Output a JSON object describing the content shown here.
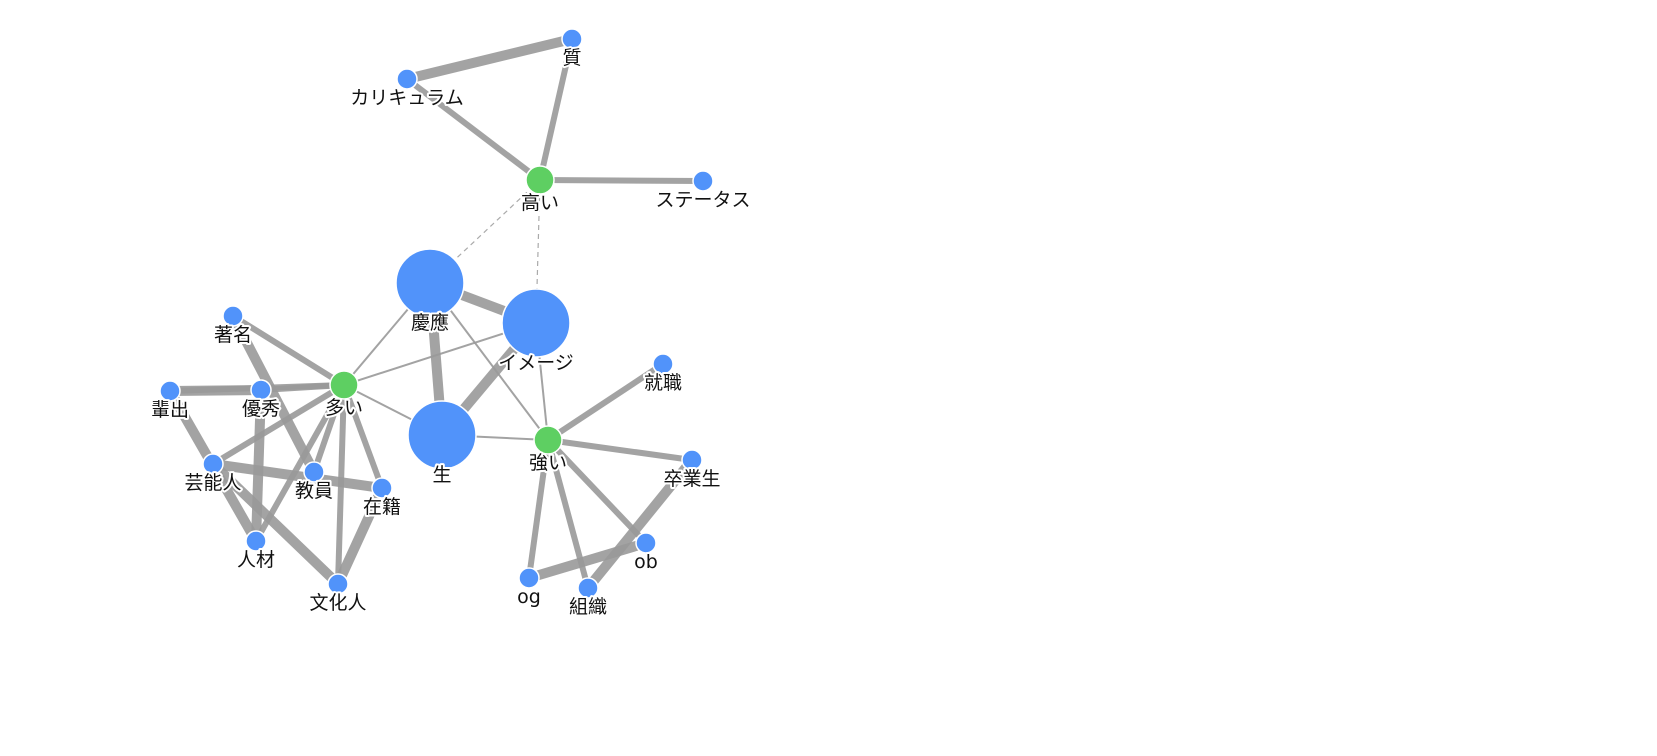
{
  "colors": {
    "word": "#5193fa",
    "hub": "#5ecf62",
    "edge": "#999999"
  },
  "nodes": [
    {
      "id": "shitsu",
      "label": "質",
      "type": "word",
      "size": "small"
    },
    {
      "id": "curriculum",
      "label": "カリキュラム",
      "type": "word",
      "size": "small"
    },
    {
      "id": "takai",
      "label": "高い",
      "type": "hub",
      "size": "small"
    },
    {
      "id": "status",
      "label": "ステータス",
      "type": "word",
      "size": "small"
    },
    {
      "id": "keio",
      "label": "慶應",
      "type": "word",
      "size": "large"
    },
    {
      "id": "image",
      "label": "イメージ",
      "type": "word",
      "size": "large"
    },
    {
      "id": "sei",
      "label": "生",
      "type": "word",
      "size": "large"
    },
    {
      "id": "ooi",
      "label": "多い",
      "type": "hub",
      "size": "small"
    },
    {
      "id": "tsuyoi",
      "label": "強い",
      "type": "hub",
      "size": "small"
    },
    {
      "id": "chomei",
      "label": "著名",
      "type": "word",
      "size": "small"
    },
    {
      "id": "haishutsu",
      "label": "輩出",
      "type": "word",
      "size": "small"
    },
    {
      "id": "yushu",
      "label": "優秀",
      "type": "word",
      "size": "small"
    },
    {
      "id": "geinojin",
      "label": "芸能人",
      "type": "word",
      "size": "small"
    },
    {
      "id": "kyoin",
      "label": "教員",
      "type": "word",
      "size": "small"
    },
    {
      "id": "zaiseki",
      "label": "在籍",
      "type": "word",
      "size": "small"
    },
    {
      "id": "jinzai",
      "label": "人材",
      "type": "word",
      "size": "small"
    },
    {
      "id": "bunkajin",
      "label": "文化人",
      "type": "word",
      "size": "small"
    },
    {
      "id": "shushoku",
      "label": "就職",
      "type": "word",
      "size": "small"
    },
    {
      "id": "sotsugyosei",
      "label": "卒業生",
      "type": "word",
      "size": "small"
    },
    {
      "id": "ob",
      "label": "ob",
      "type": "word",
      "size": "small"
    },
    {
      "id": "og",
      "label": "og",
      "type": "word",
      "size": "small"
    },
    {
      "id": "soshiki",
      "label": "組織",
      "type": "word",
      "size": "small"
    }
  ],
  "edges": [
    {
      "s": "curriculum",
      "t": "shitsu",
      "w": 3
    },
    {
      "s": "shitsu",
      "t": "takai",
      "w": 2
    },
    {
      "s": "curriculum",
      "t": "takai",
      "w": 2
    },
    {
      "s": "takai",
      "t": "status",
      "w": 2
    },
    {
      "s": "takai",
      "t": "keio",
      "w": 0,
      "dashed": true
    },
    {
      "s": "takai",
      "t": "image",
      "w": 0,
      "dashed": true
    },
    {
      "s": "keio",
      "t": "image",
      "w": 3
    },
    {
      "s": "keio",
      "t": "sei",
      "w": 3
    },
    {
      "s": "image",
      "t": "sei",
      "w": 3
    },
    {
      "s": "keio",
      "t": "ooi",
      "w": 1
    },
    {
      "s": "image",
      "t": "ooi",
      "w": 1
    },
    {
      "s": "sei",
      "t": "ooi",
      "w": 1
    },
    {
      "s": "keio",
      "t": "tsuyoi",
      "w": 1
    },
    {
      "s": "image",
      "t": "tsuyoi",
      "w": 1
    },
    {
      "s": "sei",
      "t": "tsuyoi",
      "w": 1
    },
    {
      "s": "tsuyoi",
      "t": "shushoku",
      "w": 2
    },
    {
      "s": "tsuyoi",
      "t": "sotsugyosei",
      "w": 2
    },
    {
      "s": "tsuyoi",
      "t": "og",
      "w": 2
    },
    {
      "s": "tsuyoi",
      "t": "soshiki",
      "w": 2
    },
    {
      "s": "tsuyoi",
      "t": "ob",
      "w": 2
    },
    {
      "s": "og",
      "t": "ob",
      "w": 3
    },
    {
      "s": "soshiki",
      "t": "sotsugyosei",
      "w": 3
    },
    {
      "s": "ooi",
      "t": "chomei",
      "w": 2
    },
    {
      "s": "ooi",
      "t": "yushu",
      "w": 2
    },
    {
      "s": "ooi",
      "t": "haishutsu",
      "w": 2
    },
    {
      "s": "ooi",
      "t": "geinojin",
      "w": 2
    },
    {
      "s": "ooi",
      "t": "kyoin",
      "w": 2
    },
    {
      "s": "ooi",
      "t": "jinzai",
      "w": 2
    },
    {
      "s": "ooi",
      "t": "zaiseki",
      "w": 2
    },
    {
      "s": "ooi",
      "t": "bunkajin",
      "w": 2
    },
    {
      "s": "haishutsu",
      "t": "yushu",
      "w": 3
    },
    {
      "s": "chomei",
      "t": "kyoin",
      "w": 3
    },
    {
      "s": "yushu",
      "t": "jinzai",
      "w": 3
    },
    {
      "s": "haishutsu",
      "t": "jinzai",
      "w": 3
    },
    {
      "s": "geinojin",
      "t": "bunkajin",
      "w": 3
    },
    {
      "s": "geinojin",
      "t": "zaiseki",
      "w": 3
    },
    {
      "s": "zaiseki",
      "t": "bunkajin",
      "w": 3
    }
  ]
}
